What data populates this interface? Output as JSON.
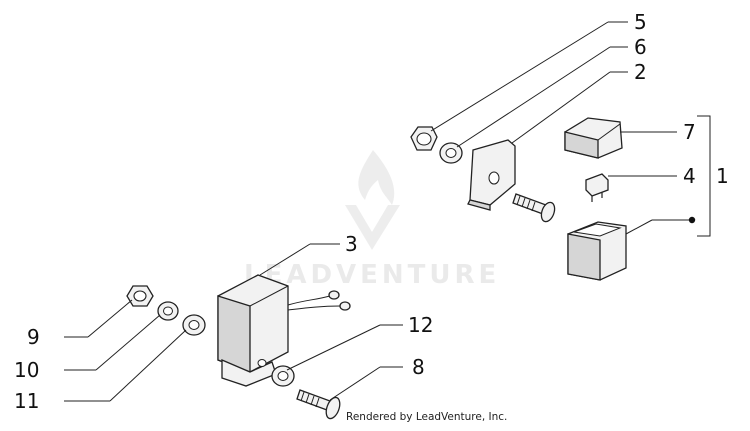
{
  "diagram": {
    "callouts": {
      "c1": "1",
      "c2": "2",
      "c3": "3",
      "c4": "4",
      "c5": "5",
      "c6": "6",
      "c7": "7",
      "c8": "8",
      "c9": "9",
      "c10": "10",
      "c11": "11",
      "c12": "12"
    },
    "watermark": "LEADVENTURE",
    "footer": "Rendered by LeadVenture, Inc."
  }
}
